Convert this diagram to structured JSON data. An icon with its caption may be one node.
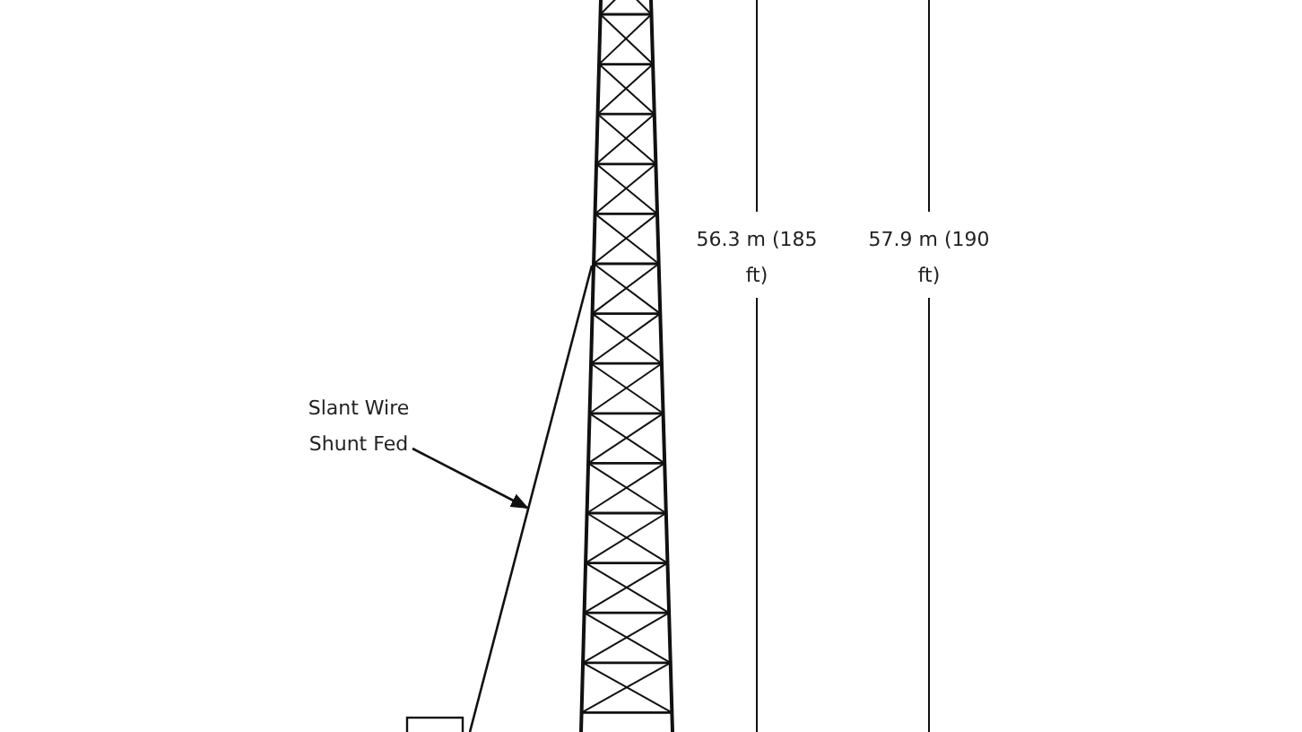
{
  "diagram": {
    "nodes": [
      {
        "text": [
          "Slant Wire Shunt Fed"
        ]
      },
      {
        "text": [],
        "shape": "line"
      },
      {
        "text": [],
        "shape": "box"
      }
    ],
    "edges": [
      {
        "from": 0,
        "to": 1,
        "arrow": "to"
      }
    ],
    "labels": [
      "56.3 m (185 ft)",
      "57.9 m (190 ft)"
    ]
  }
}
